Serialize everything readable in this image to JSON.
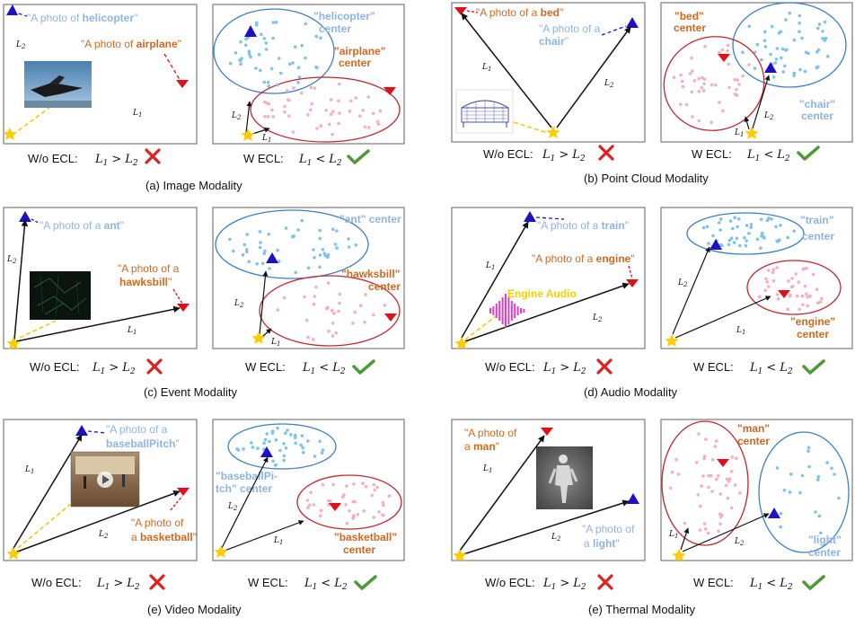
{
  "colors": {
    "blue_text": "#8db4e2",
    "orange_text": "#d2691e",
    "blue_point": "#7ec3ea",
    "pink_point": "#f4b0c0",
    "blue_ellipse": "#3b7fc4",
    "red_ellipse": "#c0272d",
    "blue_marker": "#1f10c8",
    "red_marker": "#e0101a",
    "star": "#ffcc00",
    "cross": "#e02020",
    "check": "#4e9a3a",
    "engine_audio_text": "#f0d000",
    "waveform": "#e040c8"
  },
  "icons": {
    "wrong": "cross-icon",
    "right": "check-icon",
    "anchor": "star-icon",
    "class_center": "triangle-icon"
  },
  "labels": {
    "L1": "L",
    "L2": "L",
    "sub1": "1",
    "sub2": "2"
  },
  "panels": [
    {
      "caption": "(a)  Image Modality",
      "wo_ecl": {
        "prefix": "W/o ECL:",
        "relation": ">"
      },
      "w_ecl": {
        "prefix": "W ECL:",
        "relation": "<"
      },
      "left": {
        "blue_prompt": [
          "\"A photo of ",
          "helicopter",
          "\""
        ],
        "red_prompt": [
          "\"A photo of ",
          "airplane",
          "\""
        ]
      },
      "right": {
        "blue_center": [
          "\"helicopter\"",
          "center"
        ],
        "red_center": [
          "\"airplane\"",
          "center"
        ]
      }
    },
    {
      "caption": "(b)  Point Cloud Modality",
      "wo_ecl": {
        "prefix": "W/o ECL:",
        "relation": ">"
      },
      "w_ecl": {
        "prefix": "W ECL:",
        "relation": "<"
      },
      "left": {
        "red_prompt": [
          "\"A photo of a ",
          "bed",
          "\""
        ],
        "blue_prompt": [
          "\"A photo of a",
          "chair",
          "\""
        ]
      },
      "right": {
        "red_center": [
          "\"bed\"",
          "center"
        ],
        "blue_center": [
          "\"chair\"",
          "center"
        ]
      }
    },
    {
      "caption": "(c)  Event Modality",
      "wo_ecl": {
        "prefix": "W/o ECL:",
        "relation": ">"
      },
      "w_ecl": {
        "prefix": "W ECL:",
        "relation": "<"
      },
      "left": {
        "blue_prompt": [
          "\"A photo of a ",
          "ant",
          "\""
        ],
        "red_prompt": [
          "\"A photo of a",
          "hawksbill",
          "\""
        ]
      },
      "right": {
        "blue_center": [
          "\"ant\" center"
        ],
        "red_center": [
          "\"hawksbill\"",
          "center"
        ]
      }
    },
    {
      "caption": "(d)  Audio Modality",
      "wo_ecl": {
        "prefix": "W/o ECL:",
        "relation": ">"
      },
      "w_ecl": {
        "prefix": "W ECL:",
        "relation": "<"
      },
      "left": {
        "blue_prompt": [
          "\"A photo of a ",
          "train",
          "\""
        ],
        "red_prompt": [
          "\"A photo of a ",
          "engine",
          "\""
        ],
        "audio_label": "Engine Audio"
      },
      "right": {
        "blue_center": [
          "\"train\"",
          "center"
        ],
        "red_center": [
          "\"engine\"",
          "center"
        ]
      }
    },
    {
      "caption": "(e)  Video Modality",
      "wo_ecl": {
        "prefix": "W/o ECL:",
        "relation": ">"
      },
      "w_ecl": {
        "prefix": "W ECL:",
        "relation": "<"
      },
      "left": {
        "blue_prompt": [
          "\"A photo of a",
          "baseballPitch",
          "\""
        ],
        "red_prompt": [
          "\"A photo of",
          "a ",
          "basketball",
          "\""
        ]
      },
      "right": {
        "blue_center": [
          "\"baseballPi-",
          "tch\" center"
        ],
        "red_center": [
          "\"basketball\"",
          "center"
        ]
      }
    },
    {
      "caption": "(e)  Thermal Modality",
      "wo_ecl": {
        "prefix": "W/o ECL:",
        "relation": ">"
      },
      "w_ecl": {
        "prefix": "W ECL:",
        "relation": "<"
      },
      "left": {
        "red_prompt": [
          "\"A photo of",
          "a ",
          "man",
          "\""
        ],
        "blue_prompt": [
          "\"A photo of",
          "a ",
          "light",
          "\""
        ]
      },
      "right": {
        "red_center": [
          "\"man\"",
          "center"
        ],
        "blue_center": [
          "\"light\"",
          "center"
        ]
      }
    }
  ]
}
